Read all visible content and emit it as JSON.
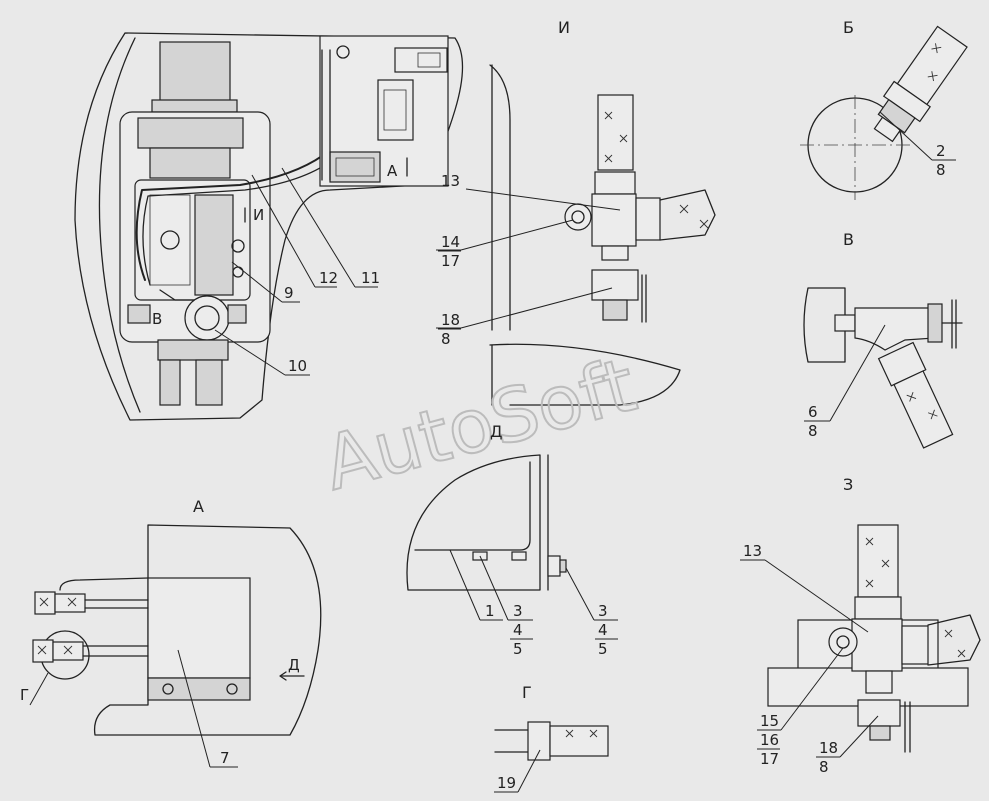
{
  "watermark": "AutoSoft",
  "views": {
    "main": {
      "labels": {
        "a": "А",
        "b": "В",
        "i": "И"
      }
    },
    "i": {
      "title": "И"
    },
    "b": {
      "title": "Б"
    },
    "v": {
      "title": "В"
    },
    "a": {
      "title": "А",
      "arrow": "Д",
      "callout": "Г"
    },
    "d": {
      "title": "Д"
    },
    "g": {
      "title": "Г"
    },
    "z": {
      "title": "З"
    }
  },
  "callouts": [
    {
      "id": "c9",
      "lines": [
        "9"
      ]
    },
    {
      "id": "c10",
      "lines": [
        "10"
      ]
    },
    {
      "id": "c11",
      "lines": [
        "11"
      ]
    },
    {
      "id": "c12",
      "lines": [
        "12"
      ]
    },
    {
      "id": "c13i",
      "lines": [
        "13"
      ]
    },
    {
      "id": "c14",
      "lines": [
        "14",
        "17"
      ]
    },
    {
      "id": "c18i",
      "lines": [
        "18",
        "8"
      ]
    },
    {
      "id": "c2",
      "lines": [
        "2",
        "8"
      ]
    },
    {
      "id": "c6",
      "lines": [
        "6",
        "8"
      ]
    },
    {
      "id": "c7",
      "lines": [
        "7"
      ]
    },
    {
      "id": "c1",
      "lines": [
        "1"
      ]
    },
    {
      "id": "c3a",
      "lines": [
        "3",
        "4",
        "5"
      ]
    },
    {
      "id": "c3b",
      "lines": [
        "3",
        "4",
        "5"
      ]
    },
    {
      "id": "c19",
      "lines": [
        "19"
      ]
    },
    {
      "id": "c13z",
      "lines": [
        "13"
      ]
    },
    {
      "id": "c15",
      "lines": [
        "15",
        "16",
        "17"
      ]
    },
    {
      "id": "c18z",
      "lines": [
        "18",
        "8"
      ]
    }
  ]
}
